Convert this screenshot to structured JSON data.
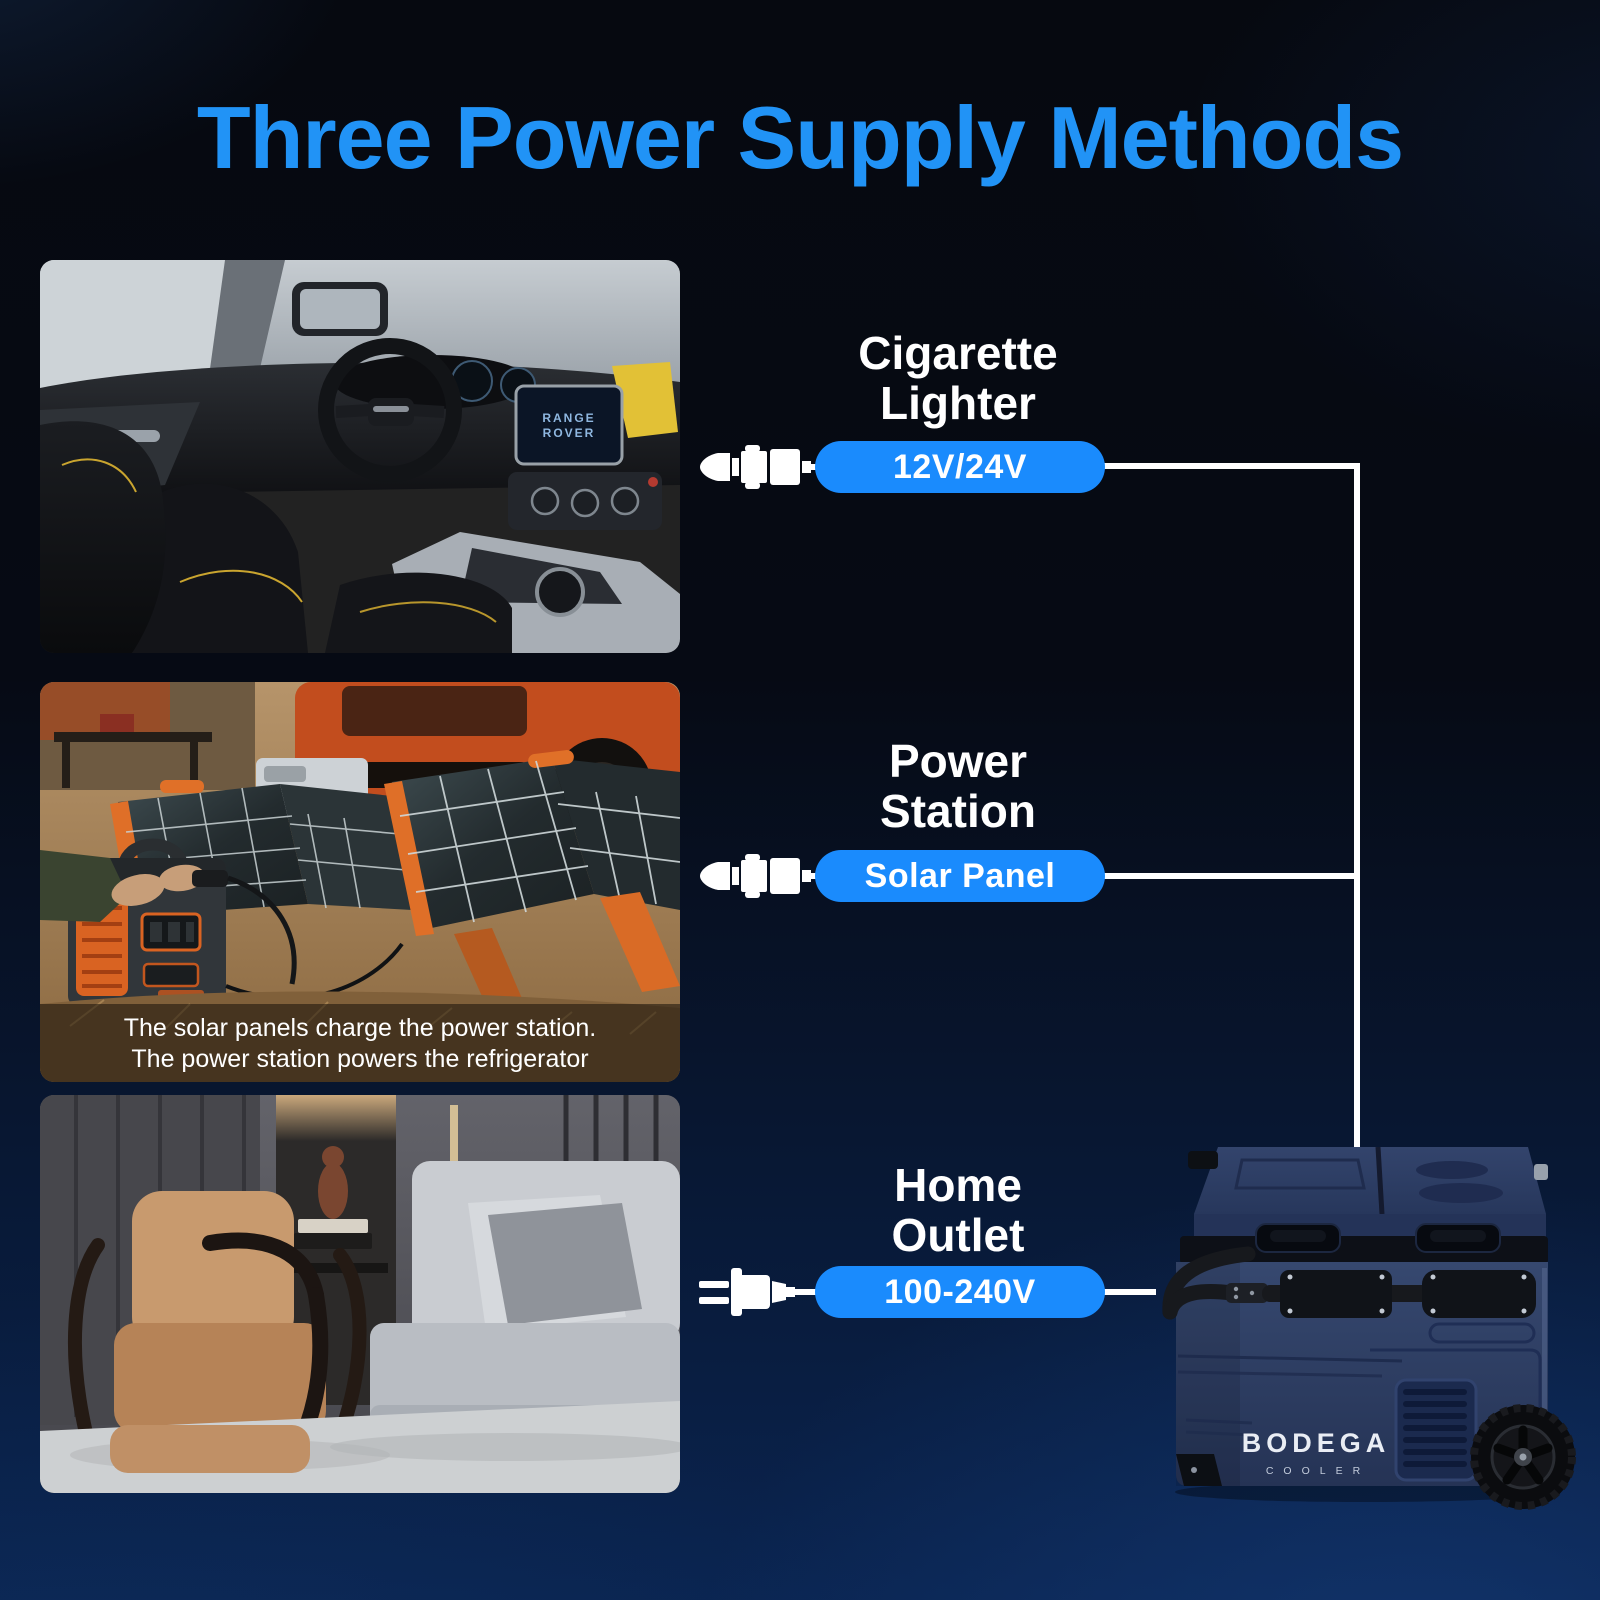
{
  "title": "Three Power Supply Methods",
  "methods": [
    {
      "line1": "Cigarette",
      "line2": "Lighter",
      "badge": "12V/24V",
      "icon": "car-charger-plug-icon"
    },
    {
      "line1": "Power",
      "line2": "Station",
      "badge": "Solar Panel",
      "icon": "car-charger-plug-icon"
    },
    {
      "line1": "Home",
      "line2": "Outlet",
      "badge": "100-240V",
      "icon": "wall-plug-icon"
    }
  ],
  "solar_caption": {
    "line1": "The solar panels charge the power station.",
    "line2": "The power station powers the refrigerator"
  },
  "car_screen": {
    "line1": "RANGE",
    "line2": "ROVER"
  },
  "product": {
    "brand": "BODEGA",
    "sub_brand": "COOLER"
  },
  "colors": {
    "title_blue": "#2193f6",
    "badge_blue": "#1a8bfd",
    "connector_white": "#ffffff",
    "background_navy": "#0a2450",
    "cooler_navy": "#2e4068"
  }
}
